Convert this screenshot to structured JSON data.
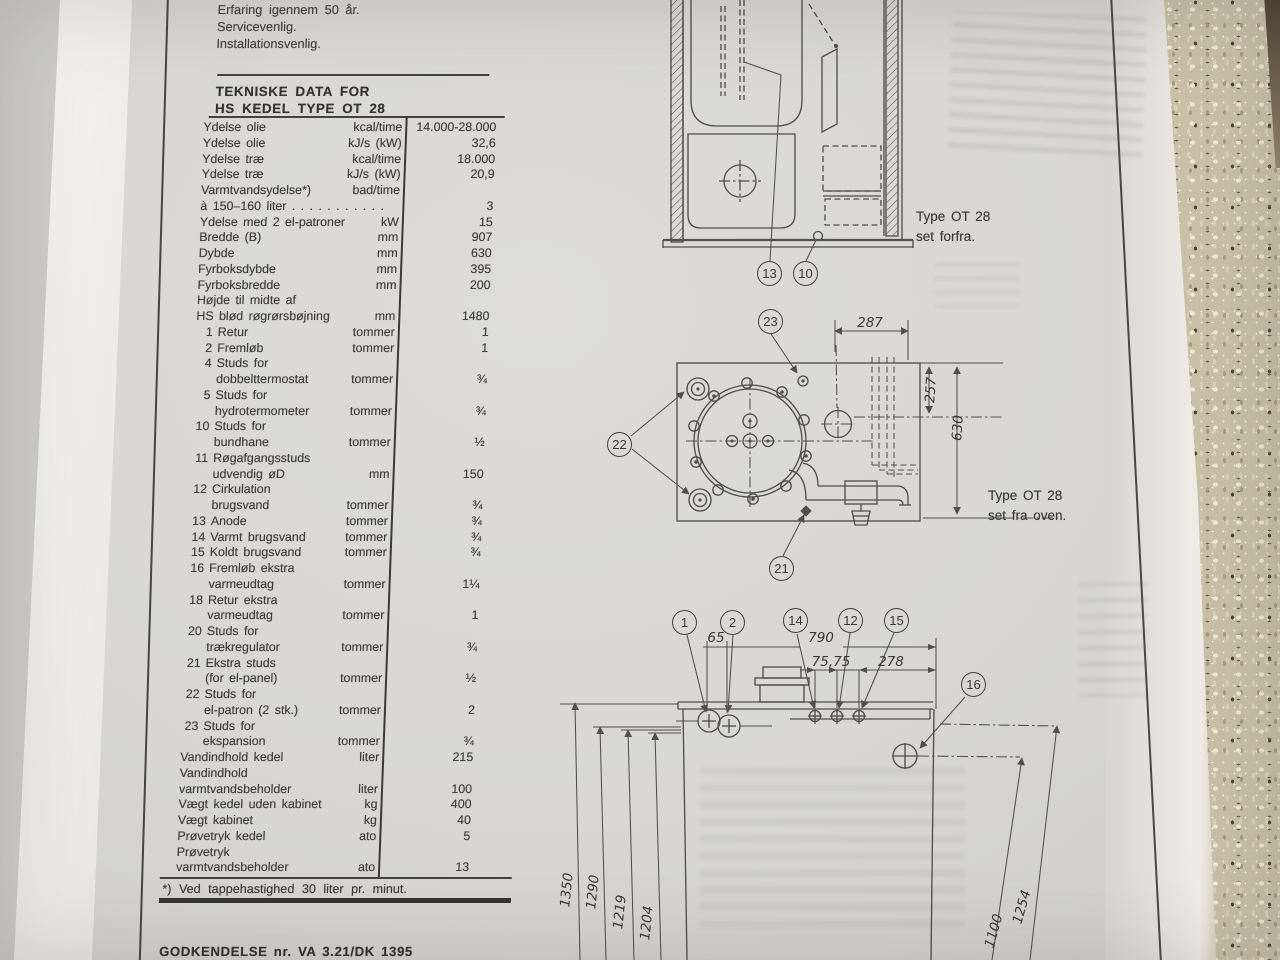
{
  "page": {
    "intro_lines": [
      "Erfaring igennem 50 år.",
      "Servicevenlig.",
      "Installationsvenlig."
    ],
    "table_title": [
      "TEKNISKE DATA FOR",
      "HS KEDEL TYPE OT 28"
    ],
    "footnote": "*) Ved tappehastighed 30 liter pr. minut.",
    "approval": "GODKENDELSE nr. VA 3.21/DK 1395"
  },
  "spec_table": {
    "rows": [
      {
        "t": "Ydelse olie",
        "u": "kcal/time",
        "v": "14.000-28.000"
      },
      {
        "t": "Ydelse olie",
        "u": "kJ/s (kW)",
        "v": "32,6"
      },
      {
        "t": "Ydelse træ",
        "u": "kcal/time",
        "v": "18.000"
      },
      {
        "t": "Ydelse træ",
        "u": "kJ/s (kW)",
        "v": "20,9"
      },
      {
        "t": "Varmtvandsydelse*)",
        "u": "bad/time"
      },
      {
        "t": "à 150–160 liter  . . . . . . . . . . .",
        "v": "3"
      },
      {
        "t": "Ydelse med 2 el-patroner",
        "u": "kW",
        "v": "15"
      },
      {
        "t": "Bredde (B)",
        "u": "mm",
        "v": "907"
      },
      {
        "t": "Dybde",
        "u": "mm",
        "v": "630"
      },
      {
        "t": "Fyrboksdybde",
        "u": "mm",
        "v": "395"
      },
      {
        "t": "Fyrboksbredde",
        "u": "mm",
        "v": "200"
      },
      {
        "t": "Højde til midte af"
      },
      {
        "t": "HS blød røgrørsbøjning",
        "u": "mm",
        "v": "1480"
      },
      {
        "n": "1",
        "t": "Retur",
        "u": "tommer",
        "v": "1"
      },
      {
        "n": "2",
        "t": "Fremløb",
        "u": "tommer",
        "v": "1"
      },
      {
        "n": "4",
        "t": "Studs for"
      },
      {
        "t": "dobbelttermostat",
        "u": "tommer",
        "v": "¾",
        "c": 1
      },
      {
        "n": "5",
        "t": "Studs for"
      },
      {
        "t": "hydrotermometer",
        "u": "tommer",
        "v": "¾",
        "c": 1
      },
      {
        "n": "10",
        "t": "Studs for"
      },
      {
        "t": "bundhane",
        "u": "tommer",
        "v": "½",
        "c": 1
      },
      {
        "n": "11",
        "t": "Røgafgangsstuds"
      },
      {
        "t": "udvendig øD",
        "u": "mm",
        "v": "150",
        "c": 1
      },
      {
        "n": "12",
        "t": "Cirkulation"
      },
      {
        "t": "brugsvand",
        "u": "tommer",
        "v": "¾",
        "c": 1
      },
      {
        "n": "13",
        "t": "Anode",
        "u": "tommer",
        "v": "¾"
      },
      {
        "n": "14",
        "t": "Varmt brugsvand",
        "u": "tommer",
        "v": "¾"
      },
      {
        "n": "15",
        "t": "Koldt brugsvand",
        "u": "tommer",
        "v": "¾"
      },
      {
        "n": "16",
        "t": "Fremløb ekstra"
      },
      {
        "t": "varmeudtag",
        "u": "tommer",
        "v": "1¼",
        "c": 1
      },
      {
        "n": "18",
        "t": "Retur ekstra"
      },
      {
        "t": "varmeudtag",
        "u": "tommer",
        "v": "1",
        "c": 1
      },
      {
        "n": "20",
        "t": "Studs for"
      },
      {
        "t": "trækregulator",
        "u": "tommer",
        "v": "¾",
        "c": 1
      },
      {
        "n": "21",
        "t": "Ekstra studs"
      },
      {
        "t": "(for el-panel)",
        "u": "tommer",
        "v": "½",
        "c": 1
      },
      {
        "n": "22",
        "t": "Studs for"
      },
      {
        "t": "el-patron (2 stk.)",
        "u": "tommer",
        "v": "2",
        "c": 1
      },
      {
        "n": "23",
        "t": "Studs for"
      },
      {
        "t": "ekspansion",
        "u": "tommer",
        "v": "¾",
        "c": 1
      },
      {
        "t": "Vandindhold kedel",
        "u": "liter",
        "v": "215"
      },
      {
        "t": "Vandindhold"
      },
      {
        "t": "varmtvandsbeholder",
        "u": "liter",
        "v": "100"
      },
      {
        "t": "Vægt kedel uden kabinet",
        "u": "kg",
        "v": "400"
      },
      {
        "t": "Vægt kabinet",
        "u": "kg",
        "v": "40"
      },
      {
        "t": "Prøvetryk kedel",
        "u": "ato",
        "v": "5"
      },
      {
        "t": "Prøvetryk"
      },
      {
        "t": "varmtvandsbeholder",
        "u": "ato",
        "v": "13"
      }
    ]
  },
  "drawings": {
    "front_view": {
      "caption": [
        "Type OT 28",
        "set forfra."
      ],
      "callouts": [
        "13",
        "10"
      ]
    },
    "top_view": {
      "caption": [
        "Type OT 28",
        "set fra oven."
      ],
      "callouts": [
        "23",
        "22",
        "21"
      ],
      "dims": [
        "287",
        "257",
        "630"
      ]
    },
    "side_view": {
      "callouts": [
        "1",
        "2",
        "14",
        "12",
        "15",
        "16"
      ],
      "dims_top": [
        "65",
        "790",
        "75,75",
        "278"
      ],
      "dims_left": [
        "1350",
        "1290",
        "1219",
        "1204"
      ],
      "dims_right": [
        "1100",
        "1254"
      ]
    }
  }
}
